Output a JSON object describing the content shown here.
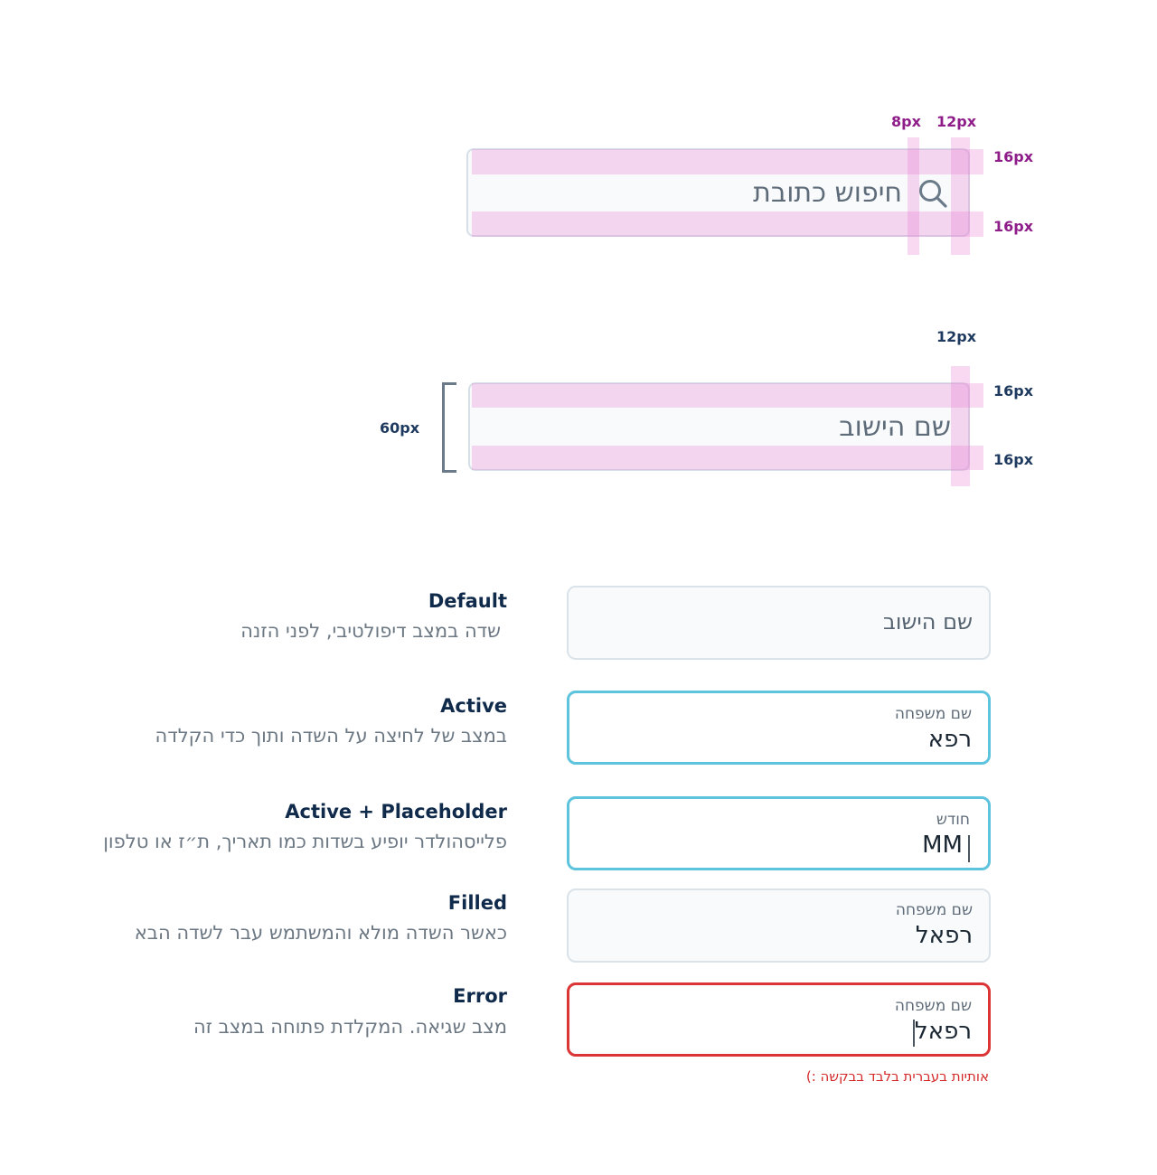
{
  "search_spec": {
    "label_8px": "8px",
    "label_12px": "12px",
    "label_16px_top": "16px",
    "label_16px_bottom": "16px",
    "placeholder": "חיפוש כתובת",
    "icon": "search-icon"
  },
  "field_spec": {
    "label_12px": "12px",
    "label_16px_top": "16px",
    "label_16px_bottom": "16px",
    "label_height": "60px",
    "placeholder": "שם הישוב"
  },
  "states": {
    "default": {
      "title": "Default",
      "description": "שדה במצב דיפולטיבי, לפני הזנה",
      "placeholder": "שם הישוב"
    },
    "active": {
      "title": "Active",
      "description": "במצב של לחיצה על השדה ותוך כדי הקלדה",
      "label": "שם משפחה",
      "value": "רפא"
    },
    "active_placeholder": {
      "title": "Active + Placeholder",
      "description": "פלייסהולדר יופיע בשדות כמו תאריך, ת״ז או טלפון",
      "label": "חודש",
      "value": "MM"
    },
    "filled": {
      "title": "Filled",
      "description": "כאשר השדה מולא והמשתמש עבר לשדה הבא",
      "label": "שם משפחה",
      "value": "רפאל"
    },
    "error": {
      "title": "Error",
      "description": "מצב שגיאה. המקלדת פתוחה במצב זה",
      "label": "שם משפחה",
      "value": "רפאל",
      "message": "אותיות בעברית בלבד בבקשה :)"
    }
  },
  "colors": {
    "active_border": "#5ec4dd",
    "error_border": "#dc3535",
    "spacing_overlay": "#e880d2",
    "annotation_magenta": "#8e1d8a",
    "title_navy": "#0f2a4a"
  }
}
